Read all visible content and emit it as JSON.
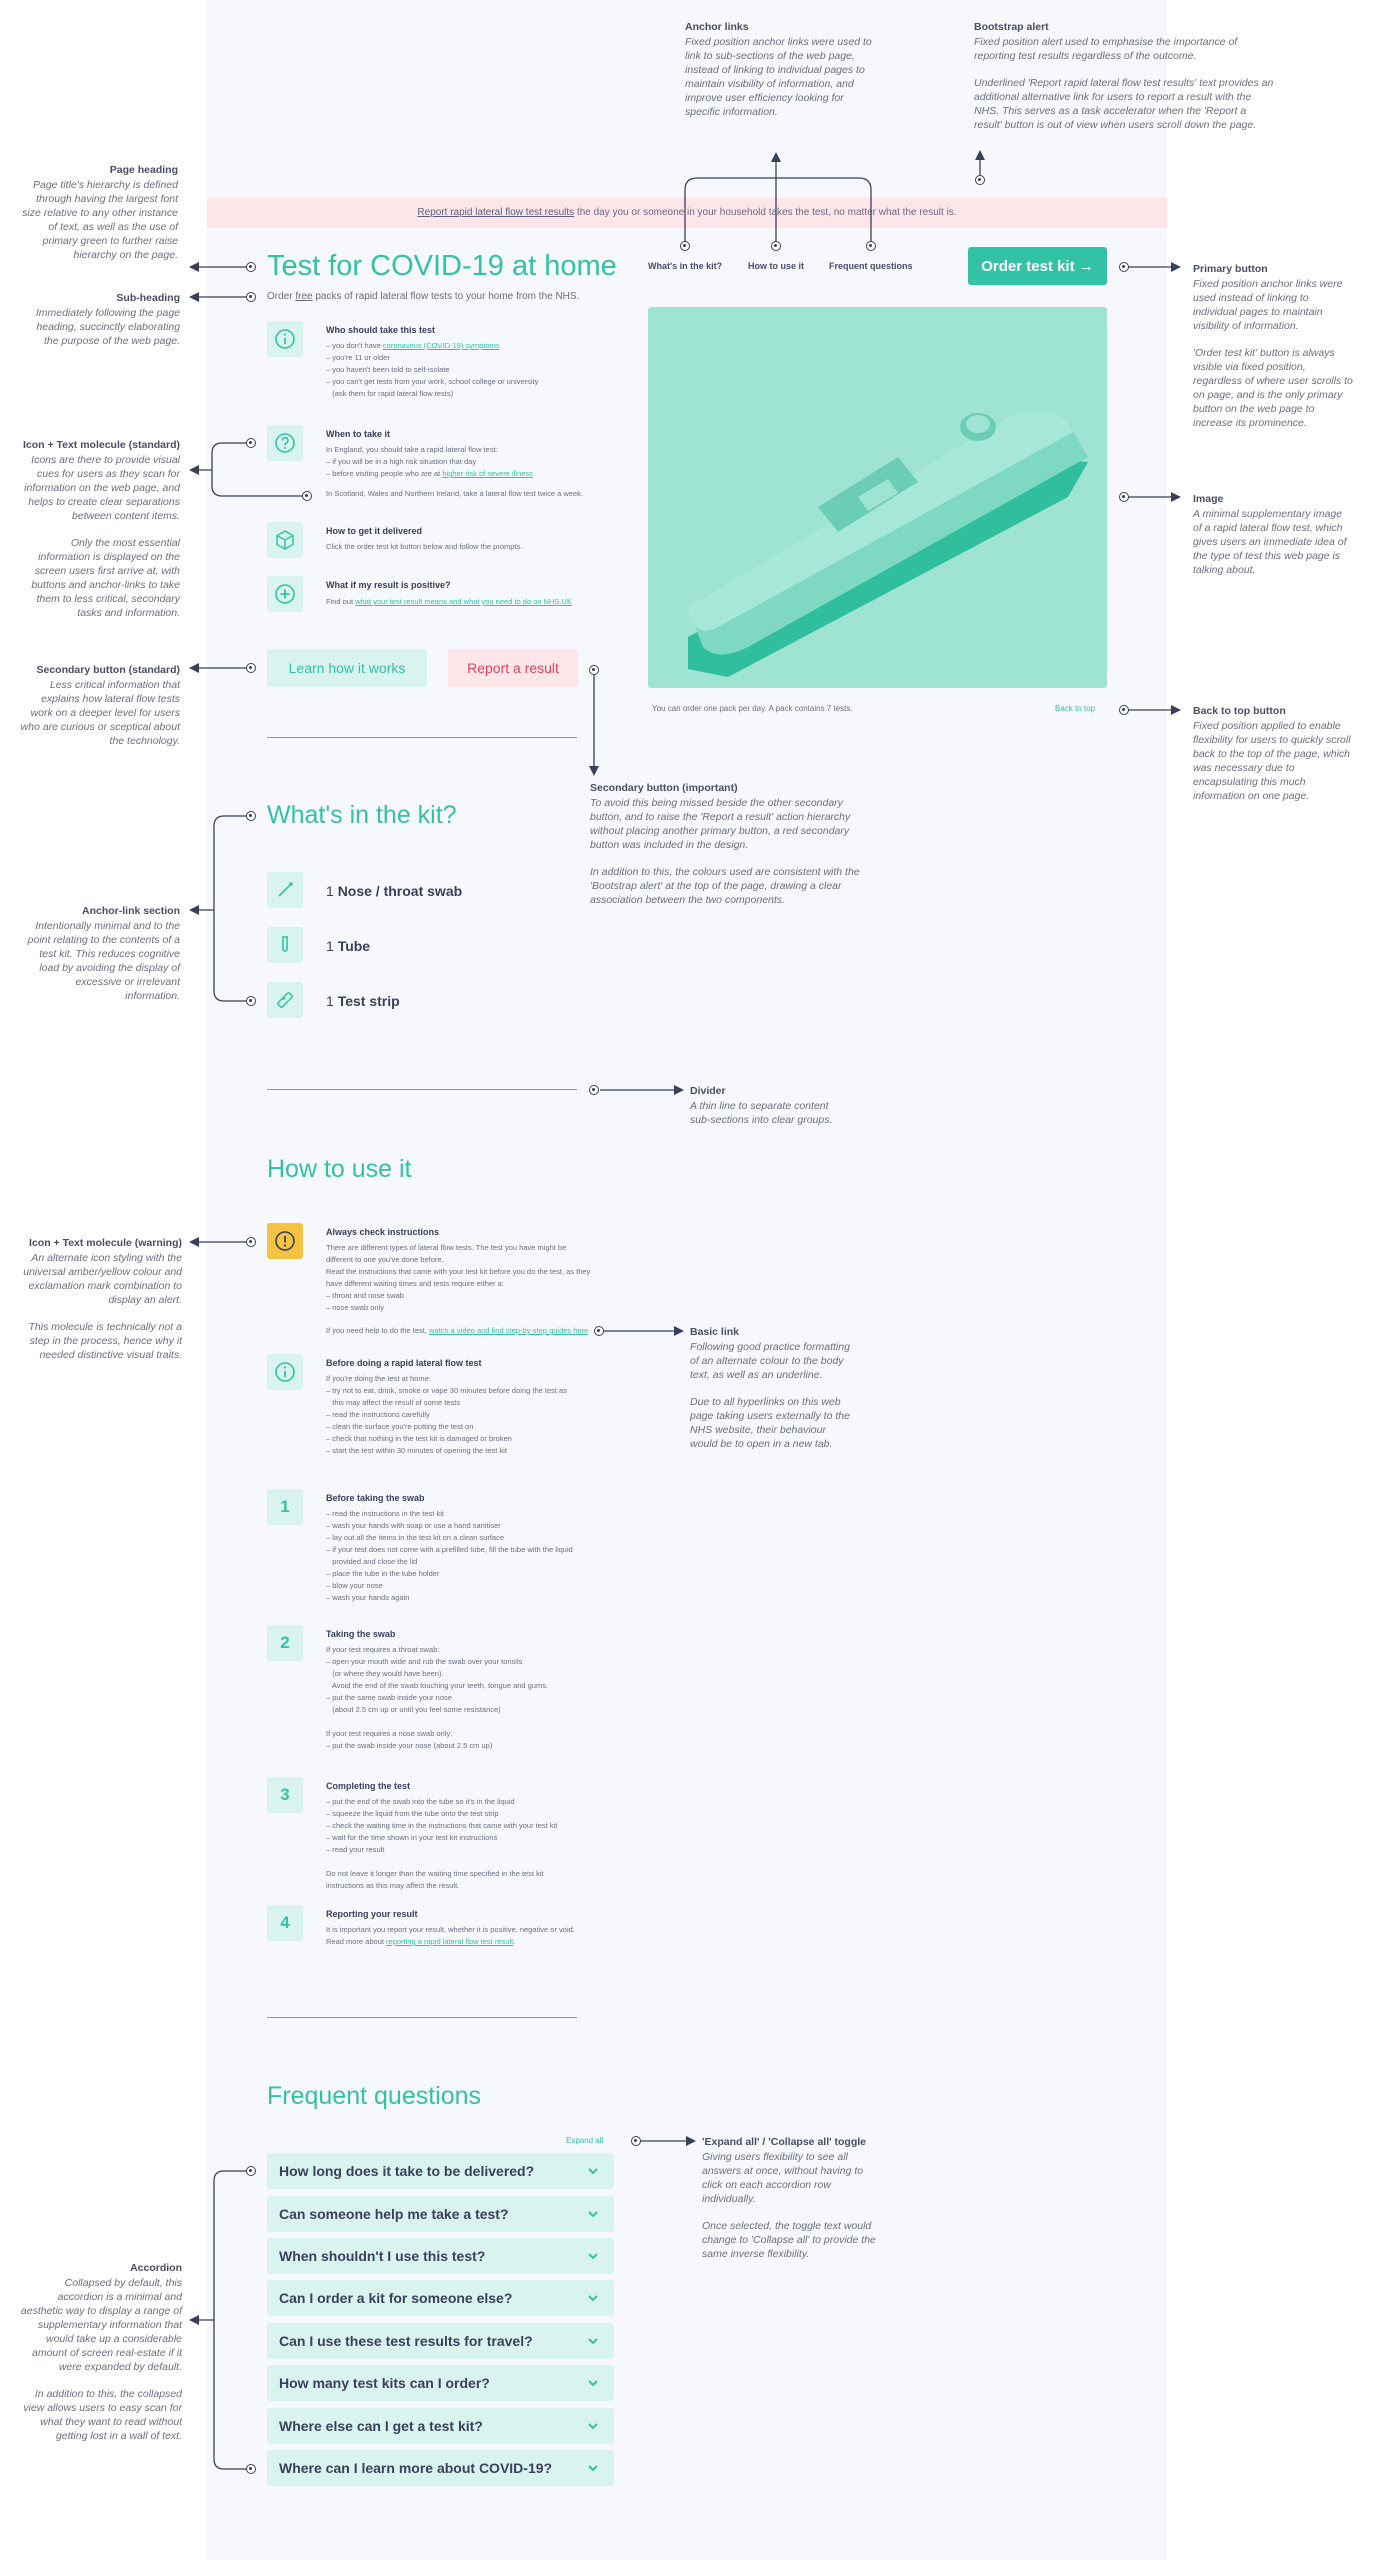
{
  "alert": {
    "link": "Report rapid lateral flow test results",
    "rest": " the day you or someone in your household takes the test, no matter what the result is."
  },
  "nav": {
    "kit": "What's in the kit?",
    "howto": "How to use it",
    "faq": "Frequent questions",
    "order": "Order test kit →"
  },
  "hero": {
    "title": "Test for COVID-19 at home",
    "subtitle_pre": "Order ",
    "subtitle_link": "free",
    "subtitle_post": " packs of rapid lateral flow tests to your home from the NHS.",
    "caption": "You can order one pack per day. A pack contains 7 tests.",
    "back_to_top": "Back to top"
  },
  "molecules": {
    "who": {
      "title": "Who should take this test",
      "l1_pre": "– you don't have ",
      "l1_link": "coronavirus (COVID-19) symptoms",
      "body": "– you're 11 or older\n– you haven't been told to self-isolate\n– you can't get tests from your work, school college or university\n   (ask them for rapid lateral flow tests)"
    },
    "when": {
      "title": "When to take it",
      "body": "In England, you should take a rapid lateral flow test:\n– if you will be in a high risk situation that day",
      "l3_pre": "– before visiting people who are at ",
      "l3_link": "higher risk of severe illness",
      "l4": "In Scotland, Wales and Northern Ireland, take a lateral flow test twice a week."
    },
    "delivered": {
      "title": "How to get it delivered",
      "body": "Click the order test kit button below and follow the prompts."
    },
    "positive": {
      "title": "What if my result is positive?",
      "pre": "Find out ",
      "link": "what your test result means and what you need to do on NHS.UK"
    }
  },
  "buttons": {
    "learn": "Learn how it works",
    "report": "Report a result"
  },
  "kit": {
    "title": "What's in the kit?",
    "i1n": "1 ",
    "i1": "Nose / throat swab",
    "i2n": "1 ",
    "i2": "Tube",
    "i3n": "1 ",
    "i3": "Test strip"
  },
  "howto": {
    "title": "How to use it",
    "s0": {
      "title": "Always check instructions",
      "body": "There are different types of lateral flow tests. The test you have might be\ndifferent to one you've done before.\nRead the instructions that came with your test kit before you do the test, as they\nhave different waiting times and tests require either a:\n– throat and nose swab\n– nose swab only",
      "help_pre": "If you need help to do the test, ",
      "help_link": "watch a video and find step-by-step guides here"
    },
    "s1": {
      "title": "Before doing a rapid lateral flow test",
      "body": "If you're doing the test at home:\n– try not to eat, drink, smoke or vape 30 minutes before doing the test as\n   this may affect the result of some tests\n– read the instructions carefully\n– clean the surface you're putting the test on\n– check that nothing in the test kit is damaged or broken\n– start the test within 30 minutes of opening the test kit"
    },
    "n1": "1",
    "s2": {
      "title": "Before taking the swab",
      "body": "– read the instructions in the test kit\n– wash your hands with soap or use a hand sanitiser\n– lay out all the items in the test kit on a clean surface\n– if your test does not come with a prefilled tube, fill the tube with the liquid\n   provided and close the lid\n– place the tube in the tube holder\n– blow your nose\n– wash your hands again"
    },
    "n2": "2",
    "s3": {
      "title": "Taking the swab",
      "body": "If your test requires a throat swab:\n– open your mouth wide and rub the swab over your tonsils\n   (or where they would have been).\n   Avoid the end of the swab touching your teeth, tongue and gums.\n– put the same swab inside your nose\n   (about 2.5 cm up or until you feel some resistance)\n\nIf your test requires a nose swab only:\n– put the swab inside your nose (about 2.5 cm up)"
    },
    "n3": "3",
    "s4": {
      "title": "Completing the test",
      "body": "– put the end of the swab into the tube so it's in the liquid\n– squeeze the liquid from the tube onto the test strip\n– check the waiting time in the instructions that came with your test kit\n– wait for the time shown in your test kit instructions\n– read your result\n\nDo not leave it longer than the waiting time specified in the test kit\ninstructions as this may affect the result."
    },
    "n4": "4",
    "s5": {
      "title": "Reporting your result",
      "body": "It is important you report your result, whether it is positive, negative or void.",
      "more_pre": "Read more about ",
      "more_link": "reporting a rapid lateral flow test result",
      "more_post": "."
    }
  },
  "faq": {
    "title": "Frequent questions",
    "expand": "Expand all",
    "q1": "How long does it take to be delivered?",
    "q2": "Can someone help me take a test?",
    "q3": "When shouldn't I use this test?",
    "q4": "Can I order a kit for someone else?",
    "q5": "Can I use these test results for travel?",
    "q6": "How many test kits can I order?",
    "q7": "Where else can I get a test kit?",
    "q8": "Where can I learn more about COVID-19?"
  },
  "annotations": {
    "anchor": {
      "t": "Anchor links",
      "b": "Fixed position anchor links were used to link to sub-sections of the web page, instead of linking to individual pages to maintain visibility of information, and improve user efficiency looking for specific information."
    },
    "bootstrap": {
      "t": "Bootstrap alert",
      "b1": "Fixed position alert used to emphasise the importance of reporting test results regardless of the outcome.",
      "b2": "Underlined 'Report rapid lateral flow test results' text provides an additional alternative link for users to  report a result with the NHS. This serves as a task accelerator when the 'Report a result' button is out of view when users scroll down the page."
    },
    "pageheading": {
      "t": "Page heading",
      "b": "Page title's hierarchy is defined through having the largest font size relative to any other instance of text, as well as the use of primary green to further raise hierarchy on the page."
    },
    "subheading": {
      "t": "Sub-heading",
      "b": "Immediately following the page heading, succinctly elaborating the  purpose of the web page."
    },
    "iconstd": {
      "t": "Icon + Text molecule (standard)",
      "b1": "Icons are there to provide visual cues for users as they scan for information on the web page, and helps to create clear separations between content  items.",
      "b2": "Only the most essential information is displayed on the screen users first arrive at, with buttons and anchor-links to take them to less critical, secondary tasks and information."
    },
    "secondary": {
      "t": "Secondary button (standard)",
      "b": "Less critical information that explains how lateral flow tests work  on a deeper level for users who are curious or sceptical about the technology."
    },
    "secimportant": {
      "t": "Secondary button (important)",
      "b1": "To avoid this being missed beside the other secondary button, and to raise the 'Report a result' action hierarchy without placing another primary button, a red secondary button was included in the design.",
      "b2": "In addition to this, the colours used are consistent with the 'Bootstrap alert' at the top of the page, drawing a clear association between the two components."
    },
    "primary": {
      "t": "Primary button",
      "b1": "Fixed position anchor links were used instead of linking to individual pages to maintain visibility of information.",
      "b2": "'Order test kit' button is always visible via fixed position, regardless of where user scrolls to on page, and is the only primary button on the web page to increase its prominence."
    },
    "image": {
      "t": "Image",
      "b": "A minimal supplementary image of a rapid lateral flow test, which gives users an immediate idea of the type of test this web page is talking about."
    },
    "backtop": {
      "t": "Back to top button",
      "b": "Fixed position applied to enable flexibility for users to quickly scroll back to the top of the page, which was necessary due to encapsulating this much information on one page."
    },
    "anchorsec": {
      "t": "Anchor-link section",
      "b": "Intentionally minimal and to the point relating to the contents of a test kit. This reduces cognitive load by avoiding the display of excessive or irrelevant information."
    },
    "divider": {
      "t": "Divider",
      "b": "A thin line to separate content sub-sections into clear groups."
    },
    "iconwarn": {
      "t": "Icon + Text molecule (warning)",
      "b1": "An alternate icon styling with the universal amber/yellow colour and exclamation mark combination to display an alert.",
      "b2": "This molecule is technically not a step in the process, hence why it needed distinctive visual traits."
    },
    "basiclink": {
      "t": "Basic link",
      "b1": "Following good practice formatting of an alternate colour to the body text, as well as an underline.",
      "b2": "Due to all hyperlinks on this web page taking users externally to the NHS website, their behaviour would be to open in a new tab."
    },
    "expandtoggle": {
      "t": "'Expand all' / 'Collapse all' toggle",
      "b1": "Giving users flexibility to see all answers at once, without having to click on each accordion row individually.",
      "b2": "Once selected, the toggle text would change to 'Collapse all' to provide the same inverse flexibility."
    },
    "accordion": {
      "t": "Accordion",
      "b1": "Collapsed by default, this accordion is a minimal and aesthetic way to display a range of supplementary information that would take up a considerable amount of screen real-estate if it were expanded by default.",
      "b2": "In addition to this, the collapsed view allows users to easy scan for what they want to read without getting lost in a wall of text."
    }
  },
  "colors": {
    "primary": "#33c2a5",
    "tint": "#d9f4ee",
    "alert": "#fde6ea",
    "danger": "#e0435b",
    "warning": "#f5c342",
    "ink": "#3a3f5c"
  }
}
